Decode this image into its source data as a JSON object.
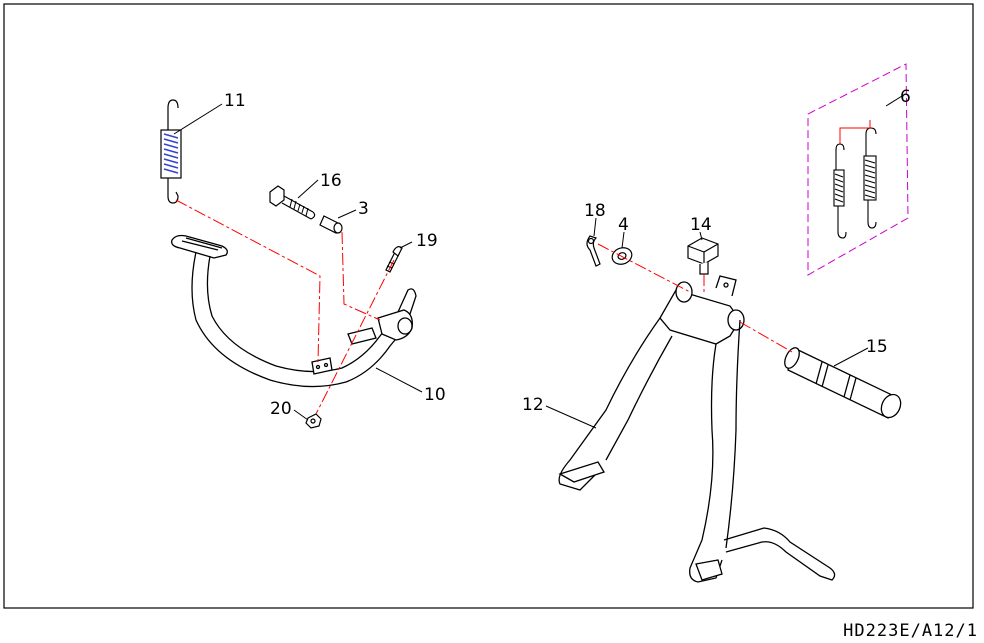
{
  "drawing": {
    "document_ref": "HD223E/A12/1",
    "frame_color": "#000000",
    "leader_color": "#ff0000",
    "kit_box_color": "#cc00cc",
    "spring_highlight_color": "#3344cc"
  },
  "callouts": [
    {
      "id": "11",
      "label": "11"
    },
    {
      "id": "16",
      "label": "16"
    },
    {
      "id": "3",
      "label": "3"
    },
    {
      "id": "19",
      "label": "19"
    },
    {
      "id": "10",
      "label": "10"
    },
    {
      "id": "20",
      "label": "20"
    },
    {
      "id": "18",
      "label": "18"
    },
    {
      "id": "4",
      "label": "4"
    },
    {
      "id": "14",
      "label": "14"
    },
    {
      "id": "6",
      "label": "6"
    },
    {
      "id": "15",
      "label": "15"
    },
    {
      "id": "12",
      "label": "12"
    }
  ]
}
